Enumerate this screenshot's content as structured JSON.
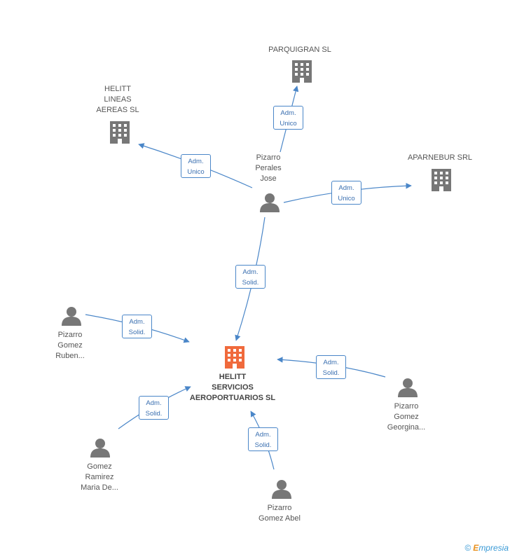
{
  "colors": {
    "edge": "#4a86c8",
    "person": "#777777",
    "company": "#777777",
    "main_company": "#f06a3c"
  },
  "nodes": {
    "pizarro_perales": {
      "label": "Pizarro\nPerales\nJose",
      "type": "person"
    },
    "helitt_lineas": {
      "label": "HELITT\nLINEAS\nAEREAS SL",
      "type": "company"
    },
    "parquigran": {
      "label": "PARQUIGRAN SL",
      "type": "company"
    },
    "aparnebur": {
      "label": "APARNEBUR SRL",
      "type": "company"
    },
    "helitt_servicios": {
      "label": "HELITT\nSERVICIOS\nAEROPORTUARIOS SL",
      "type": "main_company"
    },
    "pizarro_ruben": {
      "label": "Pizarro\nGomez\nRuben...",
      "type": "person"
    },
    "gomez_maria": {
      "label": "Gomez\nRamirez\nMaria De...",
      "type": "person"
    },
    "pizarro_abel": {
      "label": "Pizarro\nGomez Abel",
      "type": "person"
    },
    "pizarro_georgina": {
      "label": "Pizarro\nGomez\nGeorgina...",
      "type": "person"
    }
  },
  "edges": [
    {
      "from": "pizarro_perales",
      "to": "helitt_lineas",
      "label": "Adm.\nUnico"
    },
    {
      "from": "pizarro_perales",
      "to": "parquigran",
      "label": "Adm.\nUnico"
    },
    {
      "from": "pizarro_perales",
      "to": "aparnebur",
      "label": "Adm.\nUnico"
    },
    {
      "from": "pizarro_perales",
      "to": "helitt_servicios",
      "label": "Adm.\nSolid."
    },
    {
      "from": "pizarro_ruben",
      "to": "helitt_servicios",
      "label": "Adm.\nSolid."
    },
    {
      "from": "gomez_maria",
      "to": "helitt_servicios",
      "label": "Adm.\nSolid."
    },
    {
      "from": "pizarro_abel",
      "to": "helitt_servicios",
      "label": "Adm.\nSolid."
    },
    {
      "from": "pizarro_georgina",
      "to": "helitt_servicios",
      "label": "Adm.\nSolid."
    }
  ],
  "footer": {
    "copyright": "©",
    "brand_first": "E",
    "brand_rest": "mpresia"
  }
}
